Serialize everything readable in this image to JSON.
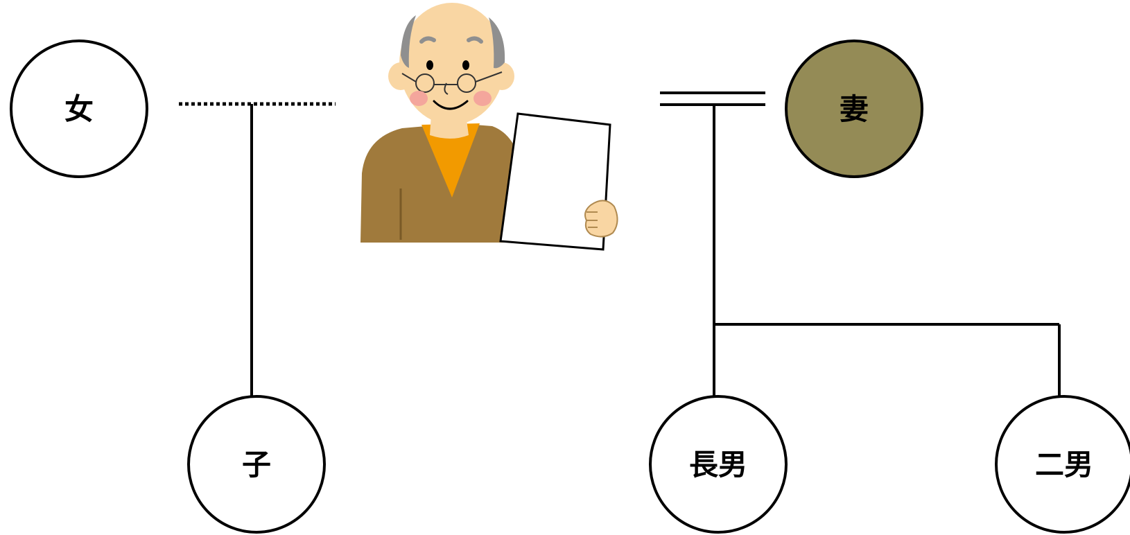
{
  "nodes": {
    "woman": {
      "label": "女"
    },
    "child": {
      "label": "子"
    },
    "wife": {
      "label": "妻",
      "fill": "#948b56"
    },
    "eldest_son": {
      "label": "長男"
    },
    "second_son": {
      "label": "二男"
    }
  },
  "colors": {
    "line": "#000000",
    "node_fill": "#ffffff",
    "hair": "#8f8f8f",
    "skin": "#f9d6a3",
    "cheek": "#f4a69c",
    "sweater": "#a07a3c",
    "shirt": "#f29a00"
  },
  "icons": {
    "person": "elderly-man-holding-document-icon"
  }
}
